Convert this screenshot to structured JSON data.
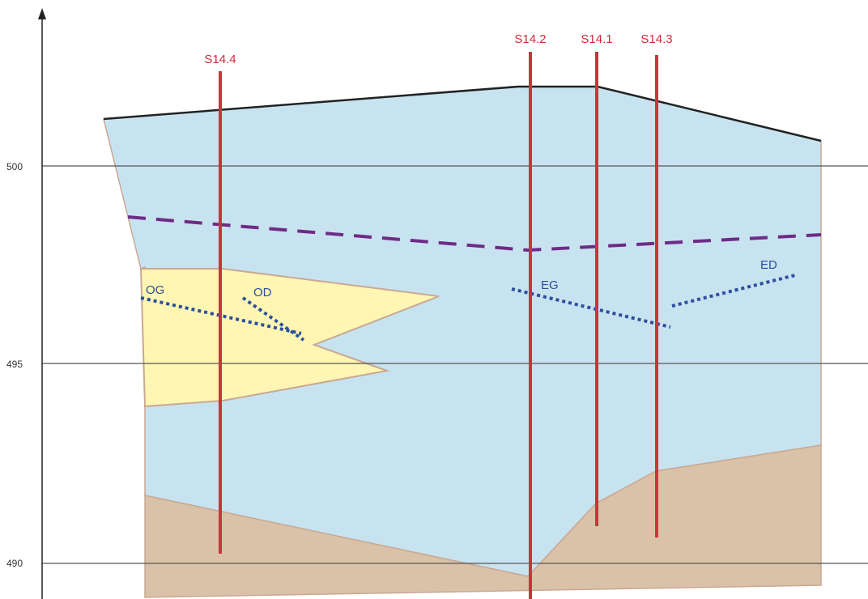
{
  "colors": {
    "upper_layer": "#c8e3f0",
    "lens": "#fff6b3",
    "bedrock": "#d9c2a8",
    "surface_line": "#222222",
    "grid_line": "#555555",
    "borehole": "#d0313a",
    "dashed_boundary": "#6e2b86",
    "dotted_trace": "#2c4f9e",
    "label_red": "#d02a3a",
    "label_blue": "#2a4f9c"
  },
  "axis": {
    "ticks": [
      "500",
      "495",
      "490"
    ]
  },
  "boreholes": [
    {
      "label": "S14.4"
    },
    {
      "label": "S14.2"
    },
    {
      "label": "S14.1"
    },
    {
      "label": "S14.3"
    }
  ],
  "traces": [
    {
      "label": "OG"
    },
    {
      "label": "OD"
    },
    {
      "label": "EG"
    },
    {
      "label": "ED"
    }
  ]
}
